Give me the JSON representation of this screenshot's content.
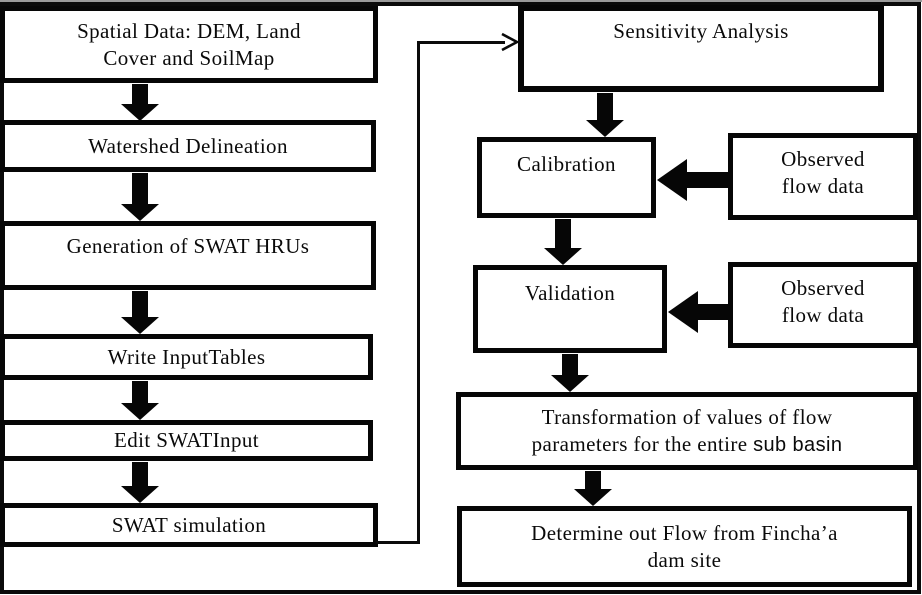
{
  "figure": {
    "type": "flowchart",
    "background": "#ffffff",
    "ink_color": "#0a0a0a"
  },
  "nodes": {
    "spatial_data": {
      "label": "Spatial Data: DEM, Land\nCover and SoilMap"
    },
    "watershed_delineation": {
      "label": "Watershed Delineation"
    },
    "swat_hrus": {
      "label": "Generation of SWAT HRUs"
    },
    "write_input_tables": {
      "label": "Write InputTables"
    },
    "edit_swat_input": {
      "label": "Edit SWATInput"
    },
    "swat_simulation": {
      "label": "SWAT simulation"
    },
    "sensitivity_analysis": {
      "label": "Sensitivity Analysis"
    },
    "calibration": {
      "label": "Calibration"
    },
    "observed_flow_1": {
      "label": "Observed\nflow data"
    },
    "validation": {
      "label": "Validation"
    },
    "observed_flow_2": {
      "label": "Observed\nflow data"
    },
    "transformation": {
      "line1": "Transformation of values of flow",
      "line2_serif": "parameters for the entire",
      "line2_sans": "sub basin"
    },
    "determine_outflow": {
      "label": "Determine out Flow from Fincha’a\ndam site"
    }
  },
  "edges": [
    {
      "from": "spatial_data",
      "to": "watershed_delineation",
      "style": "thick-down"
    },
    {
      "from": "watershed_delineation",
      "to": "swat_hrus",
      "style": "thick-down"
    },
    {
      "from": "swat_hrus",
      "to": "write_input_tables",
      "style": "thick-down"
    },
    {
      "from": "write_input_tables",
      "to": "edit_swat_input",
      "style": "thick-down"
    },
    {
      "from": "edit_swat_input",
      "to": "swat_simulation",
      "style": "thick-down"
    },
    {
      "from": "swat_simulation",
      "to": "sensitivity_analysis",
      "style": "thin-elbow-right-up"
    },
    {
      "from": "sensitivity_analysis",
      "to": "calibration",
      "style": "thick-down"
    },
    {
      "from": "observed_flow_1",
      "to": "calibration",
      "style": "thick-left"
    },
    {
      "from": "calibration",
      "to": "validation",
      "style": "thick-down"
    },
    {
      "from": "observed_flow_2",
      "to": "validation",
      "style": "thick-left"
    },
    {
      "from": "validation",
      "to": "transformation",
      "style": "thick-down"
    },
    {
      "from": "transformation",
      "to": "determine_outflow",
      "style": "thick-down"
    }
  ]
}
